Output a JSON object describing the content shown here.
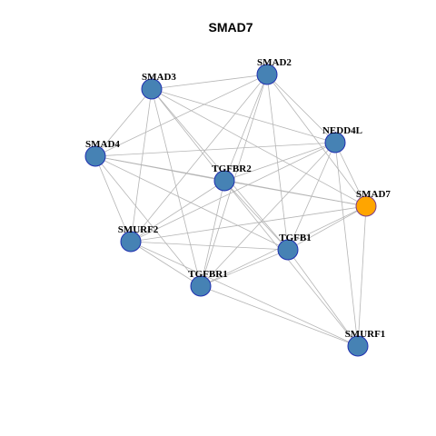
{
  "title": "SMAD7",
  "colors": {
    "node_fill": "#4682b4",
    "node_stroke": "#1f2fb0",
    "focus_fill": "#ffa500",
    "focus_stroke": "#7a3b8a",
    "edge": "#b5b5b5",
    "label": "#000000"
  },
  "network": {
    "focus": "SMAD7",
    "nodes": [
      "SMAD2",
      "SMAD3",
      "SMAD4",
      "NEDD4L",
      "TGFBR2",
      "SMAD7",
      "SMURF2",
      "TGFB1",
      "TGFBR1",
      "SMURF1"
    ],
    "edges": [
      [
        "SMAD3",
        "SMAD2"
      ],
      [
        "SMAD3",
        "NEDD4L"
      ],
      [
        "SMAD3",
        "TGFBR2"
      ],
      [
        "SMAD3",
        "SMAD4"
      ],
      [
        "SMAD3",
        "SMURF2"
      ],
      [
        "SMAD3",
        "TGFB1"
      ],
      [
        "SMAD3",
        "TGFBR1"
      ],
      [
        "SMAD3",
        "SMAD7"
      ],
      [
        "SMAD2",
        "SMAD4"
      ],
      [
        "SMAD2",
        "TGFBR2"
      ],
      [
        "SMAD2",
        "NEDD4L"
      ],
      [
        "SMAD2",
        "SMAD7"
      ],
      [
        "SMAD2",
        "TGFB1"
      ],
      [
        "SMAD2",
        "TGFBR1"
      ],
      [
        "SMAD2",
        "SMURF2"
      ],
      [
        "SMAD4",
        "TGFBR2"
      ],
      [
        "SMAD4",
        "NEDD4L"
      ],
      [
        "SMAD4",
        "SMAD7"
      ],
      [
        "SMAD4",
        "SMURF2"
      ],
      [
        "SMAD4",
        "TGFBR1"
      ],
      [
        "SMAD4",
        "TGFB1"
      ],
      [
        "NEDD4L",
        "TGFBR2"
      ],
      [
        "NEDD4L",
        "SMAD7"
      ],
      [
        "NEDD4L",
        "TGFB1"
      ],
      [
        "NEDD4L",
        "TGFBR1"
      ],
      [
        "NEDD4L",
        "SMURF2"
      ],
      [
        "NEDD4L",
        "SMURF1"
      ],
      [
        "TGFBR2",
        "SMAD7"
      ],
      [
        "TGFBR2",
        "SMURF2"
      ],
      [
        "TGFBR2",
        "TGFB1"
      ],
      [
        "TGFBR2",
        "TGFBR1"
      ],
      [
        "TGFBR2",
        "SMURF1"
      ],
      [
        "SMAD7",
        "SMURF2"
      ],
      [
        "SMAD7",
        "TGFB1"
      ],
      [
        "SMAD7",
        "TGFBR1"
      ],
      [
        "SMAD7",
        "SMURF1"
      ],
      [
        "SMURF2",
        "TGFB1"
      ],
      [
        "SMURF2",
        "TGFBR1"
      ],
      [
        "SMURF2",
        "SMURF1"
      ],
      [
        "TGFB1",
        "TGFBR1"
      ],
      [
        "TGFB1",
        "SMURF1"
      ],
      [
        "TGFBR1",
        "SMURF1"
      ]
    ]
  }
}
